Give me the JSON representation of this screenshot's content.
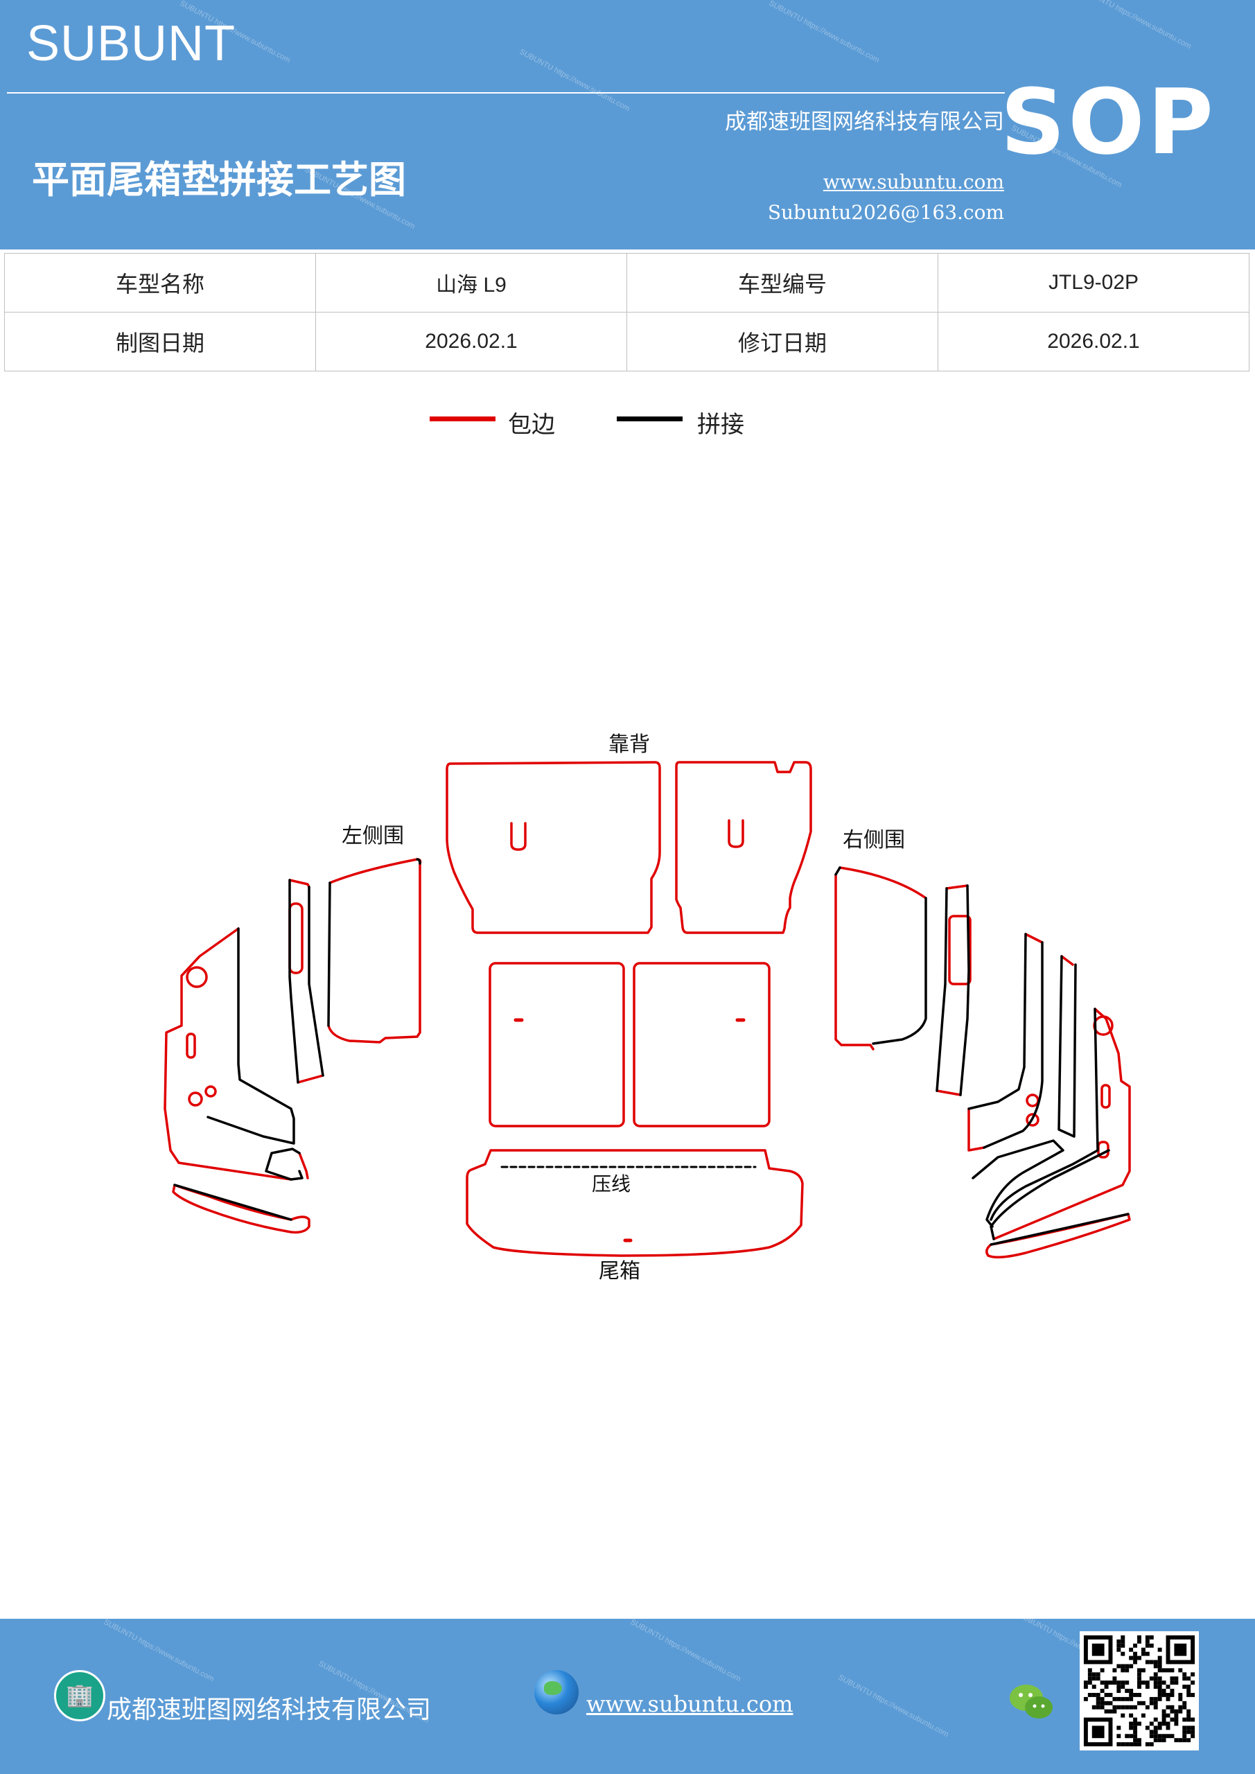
{
  "header": {
    "brand": "SUBUNT",
    "company": "成都速班图网络科技有限公司",
    "title": "平面尾箱垫拼接工艺图",
    "website": "www.subuntu.com",
    "email": "Subuntu2026@163.com",
    "sop": "SOP",
    "bg_color": "#5b9bd5"
  },
  "info_table": {
    "model_name_label": "车型名称",
    "model_name_value": "山海 L9",
    "model_code_label": "车型编号",
    "model_code_value": "JTL9-02P",
    "drawing_date_label": "制图日期",
    "drawing_date_value": "2026.02.1",
    "revision_date_label": "修订日期",
    "revision_date_value": "2026.02.1"
  },
  "legend": {
    "edge_label": "包边",
    "edge_color": "#e00000",
    "splice_label": "拼接",
    "splice_color": "#000000"
  },
  "diagram": {
    "backrest_label": "靠背",
    "left_side_label": "左侧围",
    "right_side_label": "右侧围",
    "crease_label": "压线",
    "trunk_label": "尾箱"
  },
  "footer": {
    "company": "成都速班图网络科技有限公司",
    "website": "www.subuntu.com",
    "company_icon": "building-icon",
    "web_icon": "globe-icon",
    "wechat_icon": "wechat-icon"
  }
}
